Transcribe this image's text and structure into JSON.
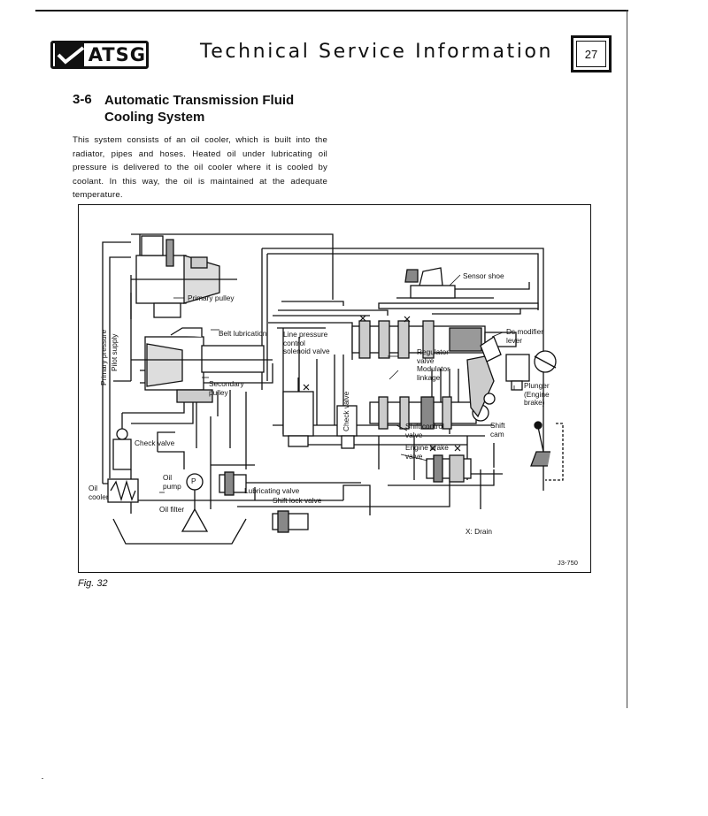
{
  "header": {
    "logo_text": "ATSG",
    "title": "Technical Service Information",
    "page_number": "27"
  },
  "section": {
    "number": "3-6",
    "title_line1": "Automatic Transmission Fluid",
    "title_line2": "Cooling System"
  },
  "intro": "This system consists of an oil cooler, which is built into the radiator, pipes and hoses. Heated oil under lubricating oil pressure is delivered to the oil cooler where it is cooled by coolant. In this way, the oil is maintained at the adequate temperature.",
  "diagram": {
    "labels": {
      "primary_pulley": "Primary pulley",
      "belt_lubrication": "Belt lubrication",
      "line_pressure_solenoid": "Line pressure control solenoid valve",
      "secondary_pulley": "Secondary pulley",
      "sensor_shoe": "Sensor shoe",
      "ds_modifier_lever": "Ds modifier lever",
      "regulator_valve": "Regulator valve",
      "modulator_linkage": "Modulator linkage",
      "plunger_engine_brake": "Plunger (Engine brake)",
      "check_valve_left": "Check valve",
      "check_valve_vertical": "Check valve",
      "shift_control_valve": "Shift control valve",
      "shift_cam": "Shift cam",
      "engine_brake_valve": "Engine brake valve",
      "oil_cooler": "Oil cooler",
      "oil_pump": "Oil pump",
      "oil_filter": "Oil filter",
      "lubricating_valve": "Lubricating valve",
      "shift_lock_valve": "Shift lock valve",
      "primary_pressure": "Primary pressure",
      "pilot_supply": "Pilot supply",
      "drain_legend": "X: Drain",
      "figure_code": "J3-750",
      "pump_symbol": "P"
    }
  },
  "caption": "Fig. 32"
}
